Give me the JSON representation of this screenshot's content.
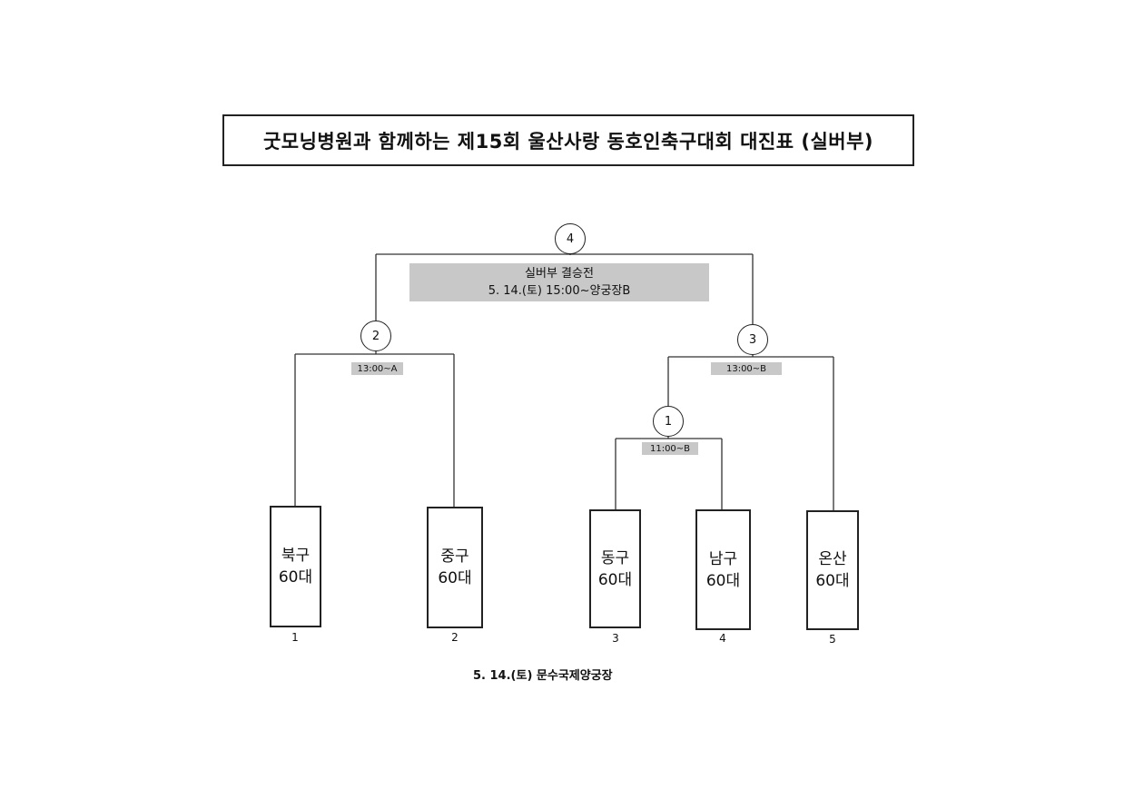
{
  "title": "굿모닝병원과 함께하는 제15회 울산사랑 동호인축구대회 대진표 (실버부)",
  "final": {
    "match_no": "4",
    "name": "실버부 결승전",
    "schedule": "5. 14.(토) 15:00~양궁장B"
  },
  "matches": [
    {
      "match_no": "1",
      "time": "11:00~B"
    },
    {
      "match_no": "2",
      "time": "13:00~A"
    },
    {
      "match_no": "3",
      "time": "13:00~B"
    }
  ],
  "teams": [
    {
      "name": "북구",
      "age": "60대",
      "seed": "1"
    },
    {
      "name": "중구",
      "age": "60대",
      "seed": "2"
    },
    {
      "name": "동구",
      "age": "60대",
      "seed": "3"
    },
    {
      "name": "남구",
      "age": "60대",
      "seed": "4"
    },
    {
      "name": "온산",
      "age": "60대",
      "seed": "5"
    }
  ],
  "venue": "5. 14.(토) 문수국제양궁장"
}
